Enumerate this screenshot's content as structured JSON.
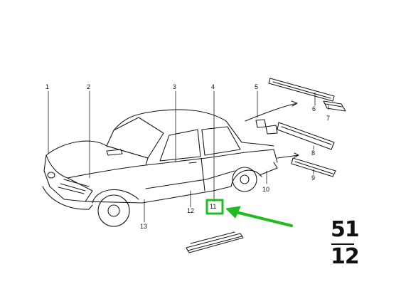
{
  "diagram": {
    "callouts": {
      "c1": "1",
      "c2": "2",
      "c3": "3",
      "c4": "4",
      "c5": "5",
      "c6": "6",
      "c7": "7",
      "c8": "8",
      "c9": "9",
      "c10": "10",
      "c11": "11",
      "c12": "12",
      "c13": "13"
    },
    "group_code": {
      "main": "51",
      "sub": "12"
    },
    "highlight": {
      "target": "11",
      "color": "#22bb22"
    }
  }
}
